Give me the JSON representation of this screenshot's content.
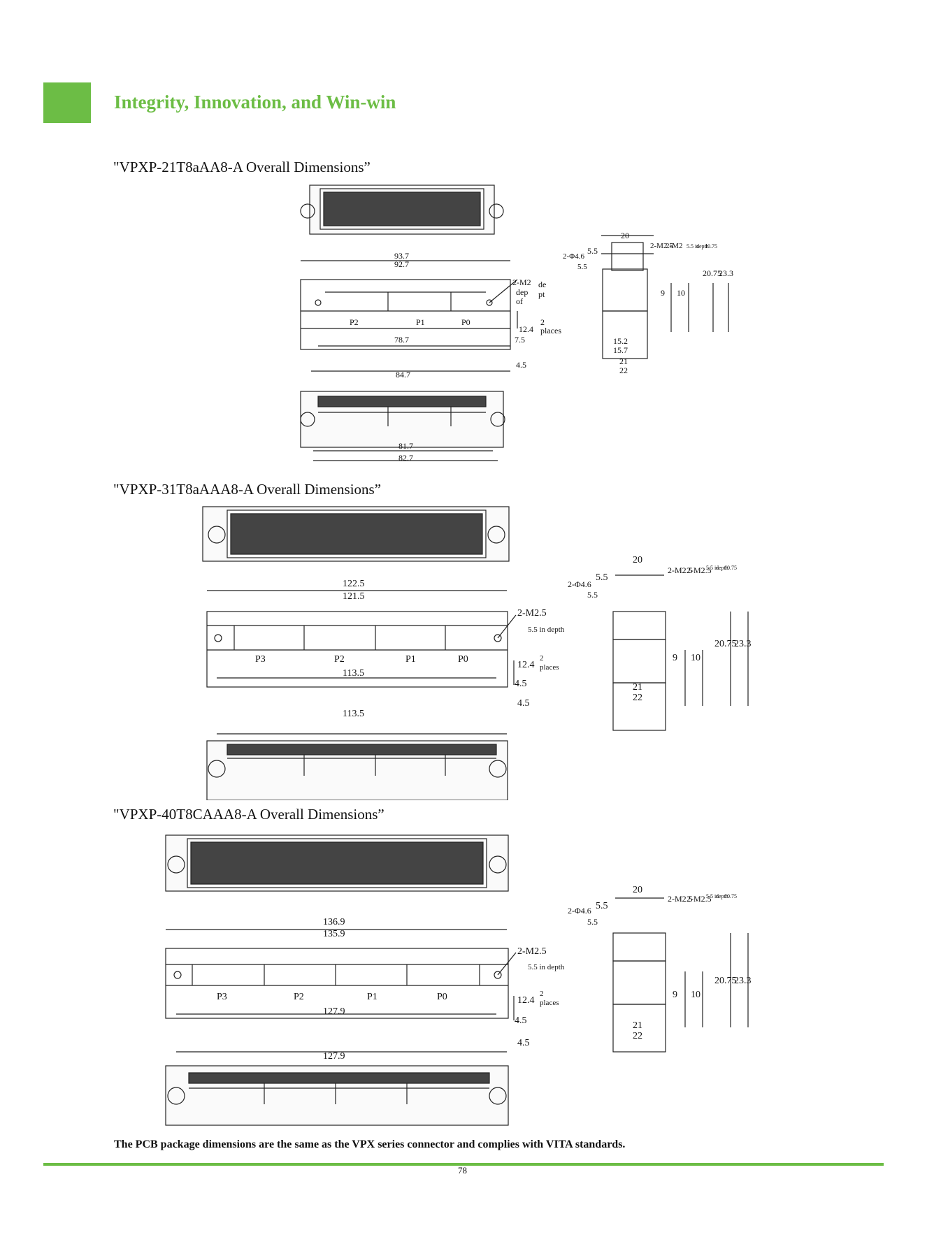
{
  "header": {
    "title": "Integrity, Innovation, and Win-win"
  },
  "sections": [
    {
      "title": "\"VPXP-21T8aAA8-A Overall Dimensions”",
      "front": {
        "overall_outer": "93.7",
        "overall_inner": "92.7",
        "pin_span": "78.7",
        "offset": "7.5",
        "height": "12.4",
        "hole_note": [
          "2-M2",
          "dep",
          "of"
        ],
        "hole_note2": [
          "de",
          "pt"
        ],
        "places": [
          "2",
          "places"
        ],
        "slots": [
          "P2",
          "P1",
          "P0"
        ]
      },
      "bottom": {
        "span": "84.7",
        "offset": "4.5",
        "inner": "81.7",
        "outer": "82.7"
      },
      "side": {
        "top": "20",
        "step": "5.5",
        "hole": "2-Φ4.6",
        "hole_step": "5.5",
        "thread1": "2-M2.5",
        "thread2": "2-M2",
        "depth_note": [
          "5.5 in",
          "depth",
          "10.75"
        ],
        "h9": "9",
        "h10": "10",
        "h20": "20.75",
        "h23": "23.3",
        "w1": "15.2",
        "w2": "15.7",
        "w3": "21",
        "w4": "22"
      }
    },
    {
      "title": "\"VPXP-31T8aAAA8-A Overall Dimensions”",
      "front": {
        "overall_outer": "122.5",
        "overall_inner": "121.5",
        "pin_span": "113.5",
        "offset": "4.5",
        "height": "12.4",
        "hole_note": [
          "2-M2.5"
        ],
        "hole_note2": [
          "5.5 in depth"
        ],
        "places": [
          "2",
          "places"
        ],
        "slots": [
          "P3",
          "P2",
          "P1",
          "P0"
        ]
      },
      "bottom": {
        "span": "113.5",
        "offset": "4.5"
      },
      "side": {
        "top": "20",
        "step": "5.5",
        "hole": "2-Φ4.6",
        "hole_step": "5.5",
        "thread1": "2-M2.5",
        "thread2": "2-M2.5",
        "depth_note": [
          "5.5 in",
          "depth",
          "10.75"
        ],
        "h9": "9",
        "h10": "10",
        "h20": "20.75",
        "h23": "23.3",
        "w3": "21",
        "w4": "22"
      }
    },
    {
      "title": "\"VPXP-40T8CAAA8-A Overall Dimensions”",
      "front": {
        "overall_outer": "136.9",
        "overall_inner": "135.9",
        "pin_span": "127.9",
        "offset": "4.5",
        "height": "12.4",
        "hole_note": [
          "2-M2.5"
        ],
        "hole_note2": [
          "5.5 in depth"
        ],
        "places": [
          "2",
          "places"
        ],
        "slots": [
          "P3",
          "P2",
          "P1",
          "P0"
        ]
      },
      "bottom": {
        "span": "127.9",
        "offset": "4.5"
      },
      "side": {
        "top": "20",
        "step": "5.5",
        "hole": "2-Φ4.6",
        "hole_step": "5.5",
        "thread1": "2-M2.5",
        "thread2": "2-M2.5",
        "depth_note": [
          "5.5 in",
          "depth",
          "10.75"
        ],
        "h9": "9",
        "h10": "10",
        "h20": "20.75",
        "h23": "23.3",
        "w3": "21",
        "w4": "22"
      }
    }
  ],
  "footer": {
    "note": "The PCB package dimensions are the same as the VPX series connector and complies with VITA standards.",
    "page_number": "78"
  },
  "colors": {
    "accent": "#6cbd45"
  }
}
